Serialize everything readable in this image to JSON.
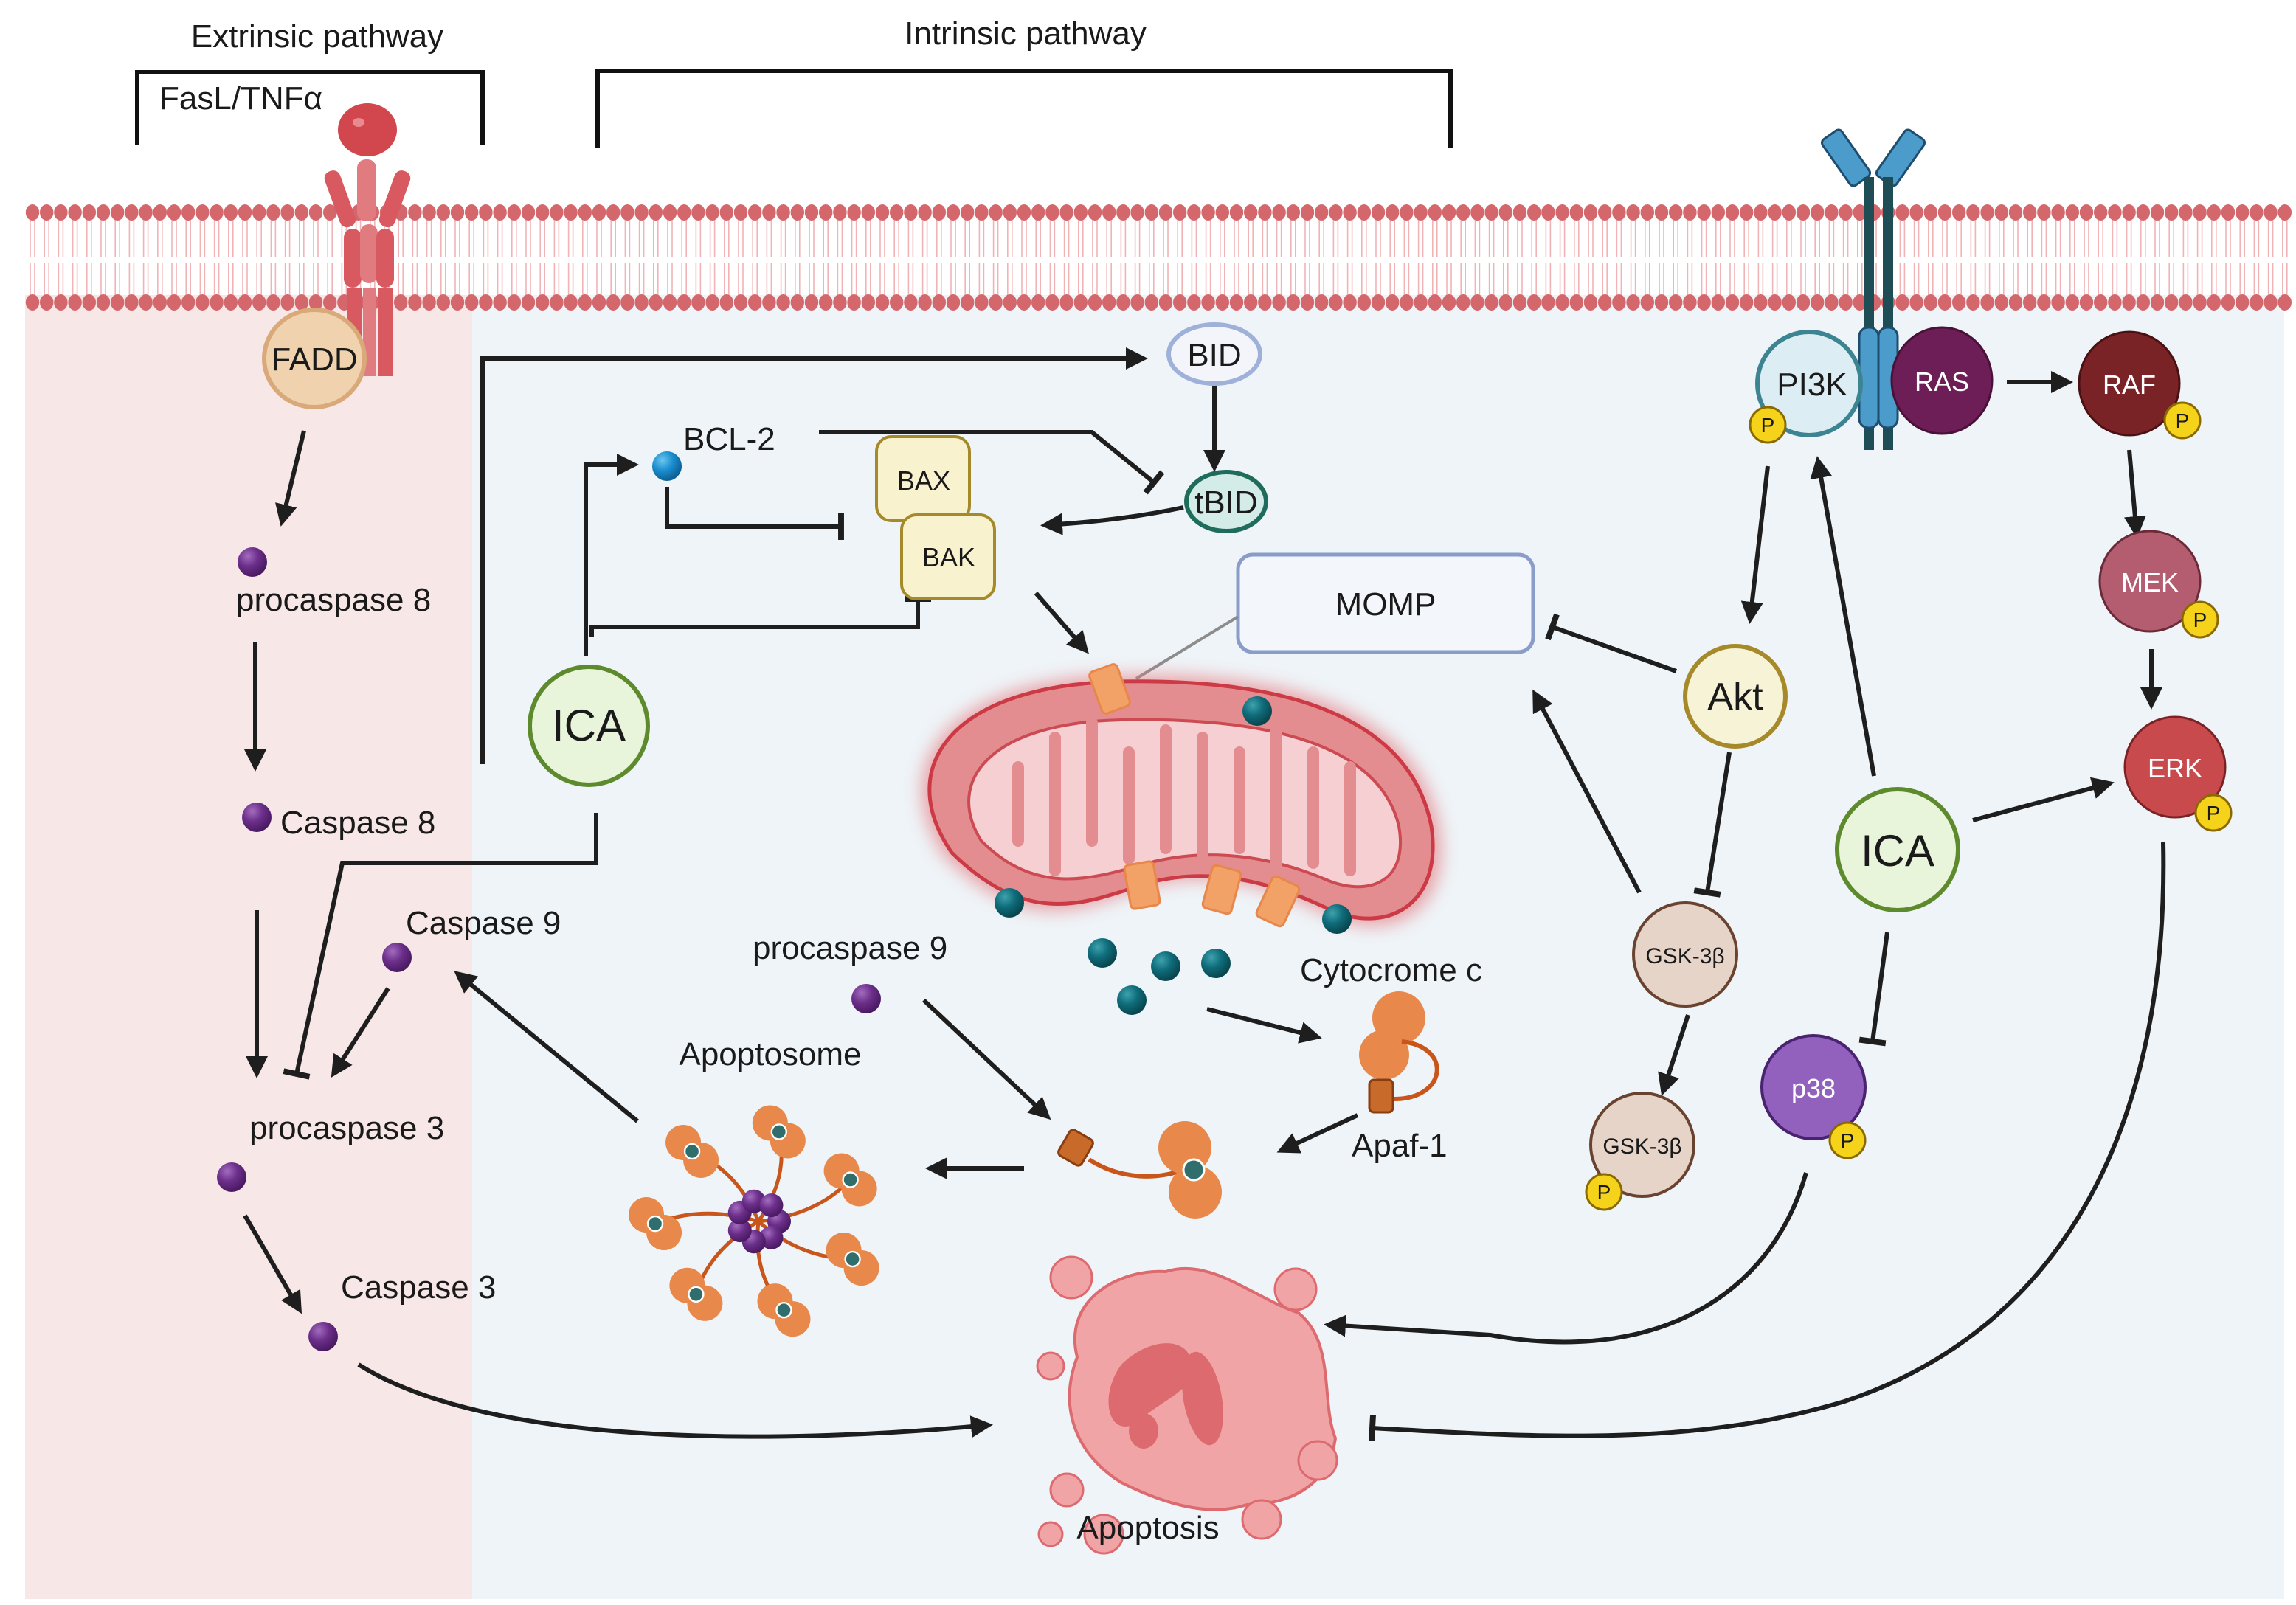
{
  "diagram": {
    "title_extrinsic": "Extrinsic pathway",
    "title_intrinsic": "Intrinsic pathway",
    "ligand_label": "FasL/TNFα",
    "colors": {
      "extrinsic_region": "#f7e7e7",
      "intrinsic_region": "#eef4f8",
      "membrane": "#d4676c",
      "caspase": "#6c2f8a",
      "cytochrome": "#0f6c7a",
      "apaf": "#e8884b",
      "phospho": "#f5d31a",
      "ica_fill": "#e9f5da",
      "ica_stroke": "#5e8a2e"
    },
    "nodes": {
      "fadd": "FADD",
      "procaspase8": "procaspase 8",
      "caspase8": "Caspase 8",
      "caspase9": "Caspase 9",
      "procaspase3": "procaspase 3",
      "caspase3": "Caspase 3",
      "ica_left": "ICA",
      "ica_right": "ICA",
      "bcl2": "BCL-2",
      "bax": "BAX",
      "bak": "BAK",
      "bid": "BID",
      "tbid": "tBID",
      "momp": "MOMP",
      "procaspase9": "procaspase 9",
      "cytochrome_c": "Cytocrome c",
      "apoptosome": "Apoptosome",
      "apaf1": "Apaf-1",
      "apoptosis": "Apoptosis",
      "pi3k": "PI3K",
      "ras": "RAS",
      "raf": "RAF",
      "mek": "MEK",
      "erk": "ERK",
      "akt": "Akt",
      "gsk3b": "GSK-3β",
      "gsk3b_p": "GSK-3β",
      "p38": "p38",
      "phospho": "P"
    }
  }
}
